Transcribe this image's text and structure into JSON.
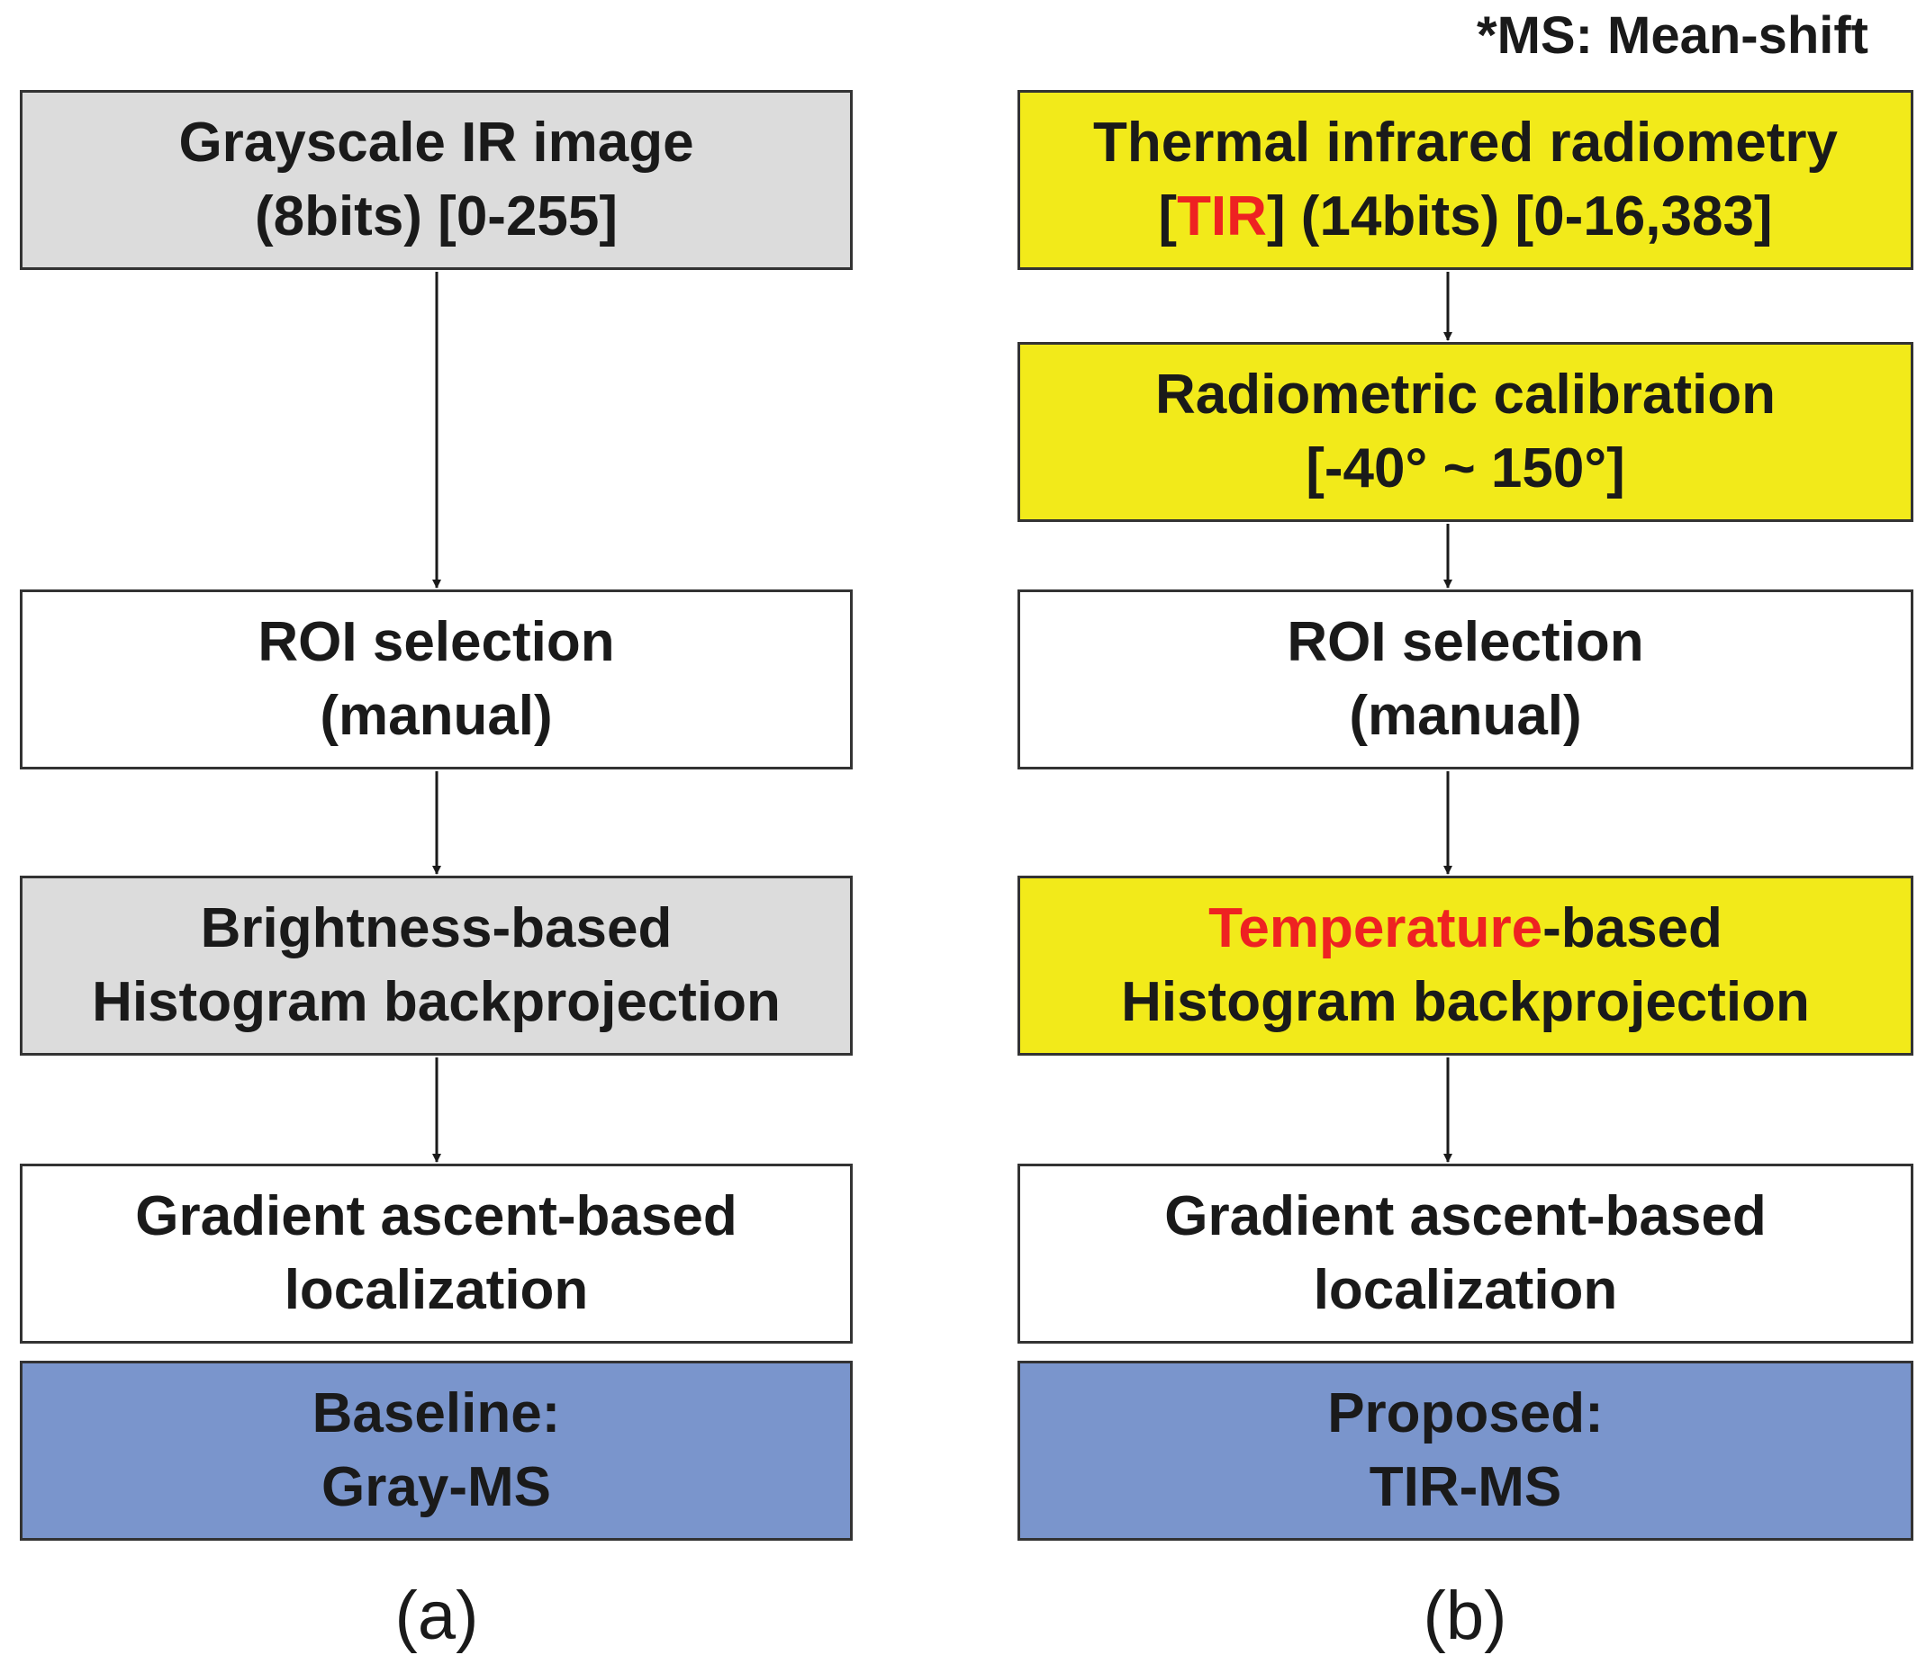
{
  "note": "*MS: Mean-shift",
  "panel_a": {
    "caption": "(a)",
    "box1": {
      "line1": "Grayscale IR image",
      "line2": "(8bits) [0-255]"
    },
    "box2": {
      "line1": "ROI selection",
      "line2": "(manual)"
    },
    "box3": {
      "line1": "Brightness-based",
      "line2": "Histogram backprojection"
    },
    "box4": {
      "line1": "Gradient ascent-based",
      "line2": "localization"
    },
    "box5": {
      "line1": "Baseline:",
      "line2": "Gray-MS"
    }
  },
  "panel_b": {
    "caption": "(b)",
    "box1": {
      "line1": "Thermal infrared radiometry",
      "line2_open": "[",
      "line2_highlight": "TIR",
      "line2_rest": "] (14bits) [0-16,383]"
    },
    "box2": {
      "line1": "Radiometric calibration",
      "line2": "[-40° ~ 150°]"
    },
    "box3": {
      "line1": "ROI selection",
      "line2": "(manual)"
    },
    "box4": {
      "line1_highlight": "Temperature",
      "line1_rest": "-based",
      "line2": "Histogram backprojection"
    },
    "box5": {
      "line1": "Gradient ascent-based",
      "line2": "localization"
    },
    "box6": {
      "line1": "Proposed:",
      "line2": "TIR-MS"
    }
  },
  "colors": {
    "gray_box": "#dcdcdc",
    "yellow_box": "#f2ea1a",
    "blue_box": "#7a95cc",
    "highlight_text": "#ee2222"
  }
}
